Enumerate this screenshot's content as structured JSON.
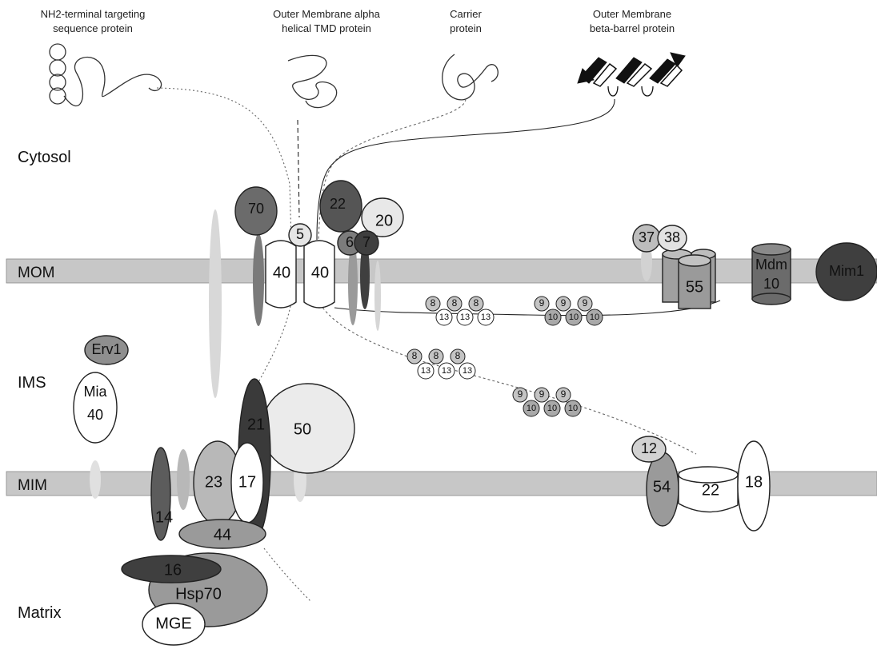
{
  "headers": {
    "nh2": [
      "NH2-terminal targeting",
      "sequence protein"
    ],
    "alpha": [
      "Outer Membrane alpha",
      "helical TMD protein"
    ],
    "carrier": [
      "Carrier",
      "protein"
    ],
    "beta": [
      "Outer Membrane",
      "beta-barrel protein"
    ]
  },
  "regions": {
    "cytosol": "Cytosol",
    "ims": "IMS",
    "matrix": "Matrix"
  },
  "membranes": {
    "outer": "MOM",
    "inner": "MIM"
  },
  "tom": {
    "tom70": "70",
    "tom5": "5",
    "tom22": "22",
    "tom20": "20",
    "tom6": "6",
    "tom7": "7",
    "tom40a": "40",
    "tom40b": "40"
  },
  "sam": {
    "sam37": "37",
    "sam38": "38",
    "sam55": "55"
  },
  "mdm": [
    "Mdm",
    "10"
  ],
  "mim1": "Mim1",
  "small_tims": {
    "upper_row": [
      "8",
      "8",
      "8",
      "13",
      "13",
      "13",
      "9",
      "9",
      "9",
      "10",
      "10",
      "10"
    ],
    "lower_row": [
      "8",
      "8",
      "8",
      "13",
      "13",
      "13",
      "9",
      "9",
      "9",
      "10",
      "10",
      "10"
    ]
  },
  "ims_proteins": {
    "erv1": "Erv1",
    "mia40": [
      "Mia",
      "40"
    ]
  },
  "tim23": {
    "tim21": "21",
    "tim50": "50",
    "tim23": "23",
    "tim17": "17",
    "tim44": "44",
    "tim14": "14",
    "tim16": "16",
    "hsp70": "Hsp70",
    "mge": "MGE"
  },
  "tim22": {
    "tim12": "12",
    "tim54": "54",
    "tim22": "22",
    "tim18": "18"
  },
  "colors": {
    "membrane": "#c7c7c7",
    "dark": "#3d3d3d",
    "mid_dark": "#6b6b6b",
    "mid": "#9a9a9a",
    "light": "#d2d2d2",
    "white": "#ffffff"
  }
}
